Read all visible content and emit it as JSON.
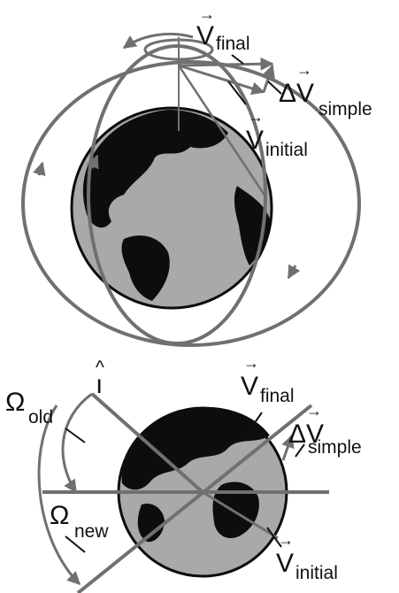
{
  "colors": {
    "orbit": "#707070",
    "land": "#0d0d0d",
    "ocean": "#a9a9a9",
    "leader": "#111111",
    "background": "#ffffff"
  },
  "top": {
    "v_final": {
      "symbol": "V",
      "subscript": "final"
    },
    "delta_v": {
      "symbol": "ΔV",
      "subscript": "simple"
    },
    "v_initial": {
      "symbol": "V",
      "subscript": "initial"
    }
  },
  "bottom": {
    "i_hat": {
      "symbol": "ı",
      "hat": "^"
    },
    "omega_old": {
      "symbol": "Ω",
      "subscript": "old"
    },
    "omega_new": {
      "symbol": "Ω",
      "subscript": "new"
    },
    "v_final": {
      "symbol": "V",
      "subscript": "final"
    },
    "delta_v": {
      "symbol": "ΔV",
      "subscript": "simple"
    },
    "v_initial": {
      "symbol": "V",
      "subscript": "initial"
    }
  },
  "icons": {
    "vector_arrow": "→"
  }
}
